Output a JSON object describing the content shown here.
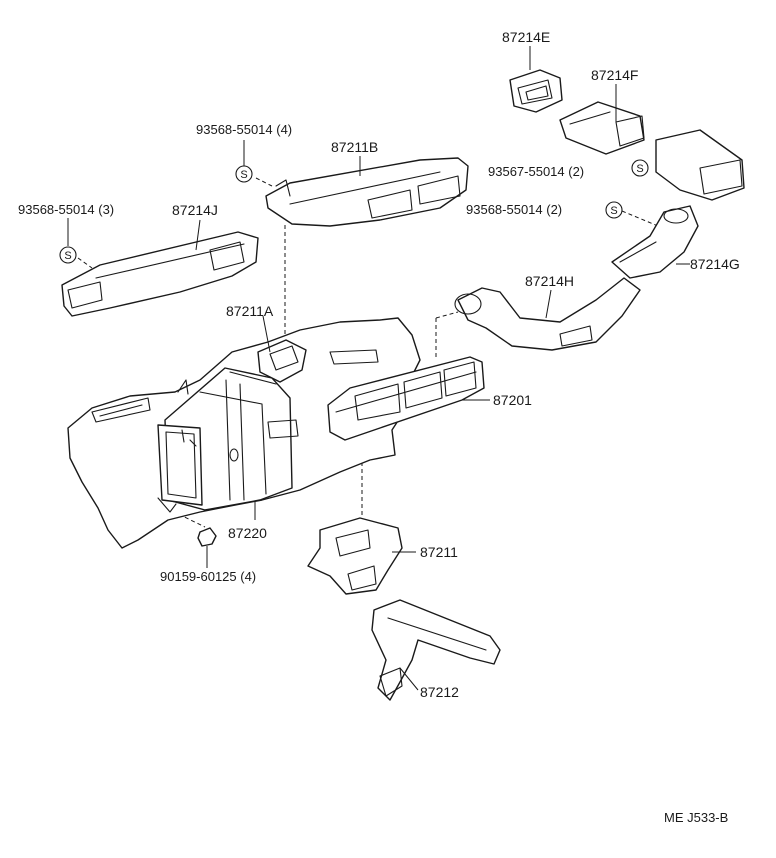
{
  "diagram": {
    "code": "ME J533-B",
    "seal_symbol": "S",
    "parts": [
      {
        "id": "87214E",
        "label": "87214E"
      },
      {
        "id": "87214F",
        "label": "87214F"
      },
      {
        "id": "87211B",
        "label": "87211B"
      },
      {
        "id": "87214J",
        "label": "87214J"
      },
      {
        "id": "87214G",
        "label": "87214G"
      },
      {
        "id": "87214H",
        "label": "87214H"
      },
      {
        "id": "87211A",
        "label": "87211A"
      },
      {
        "id": "87201",
        "label": "87201"
      },
      {
        "id": "87220",
        "label": "87220"
      },
      {
        "id": "87211",
        "label": "87211"
      },
      {
        "id": "87212",
        "label": "87212"
      }
    ],
    "fasteners": [
      {
        "id": "s1",
        "label": "93568-55014 (4)"
      },
      {
        "id": "s2",
        "label": "93568-55014 (3)"
      },
      {
        "id": "s3",
        "label": "93567-55014 (2)"
      },
      {
        "id": "s4",
        "label": "93568-55014 (2)"
      },
      {
        "id": "bolt",
        "label": "90159-60125 (4)"
      }
    ]
  }
}
